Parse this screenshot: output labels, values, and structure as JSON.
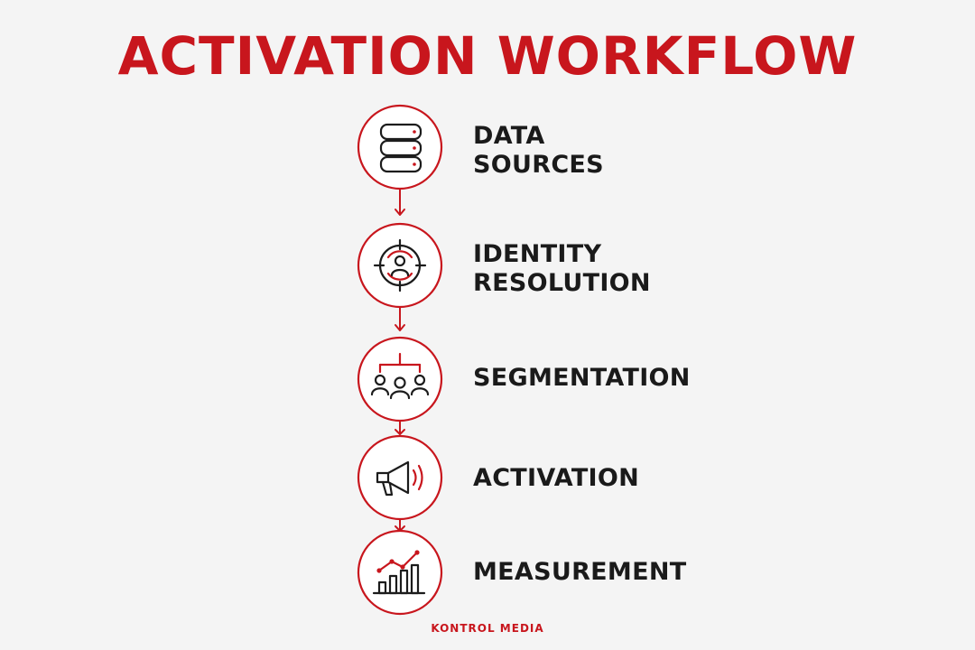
{
  "title": "ACTIVATION WORKFLOW",
  "accent_color": "#c8161d",
  "text_color": "#1a1a1a",
  "steps": [
    {
      "label_lines": [
        "DATA",
        "SOURCES"
      ],
      "icon": "database-icon"
    },
    {
      "label_lines": [
        "IDENTITY",
        "RESOLUTION"
      ],
      "icon": "target-user-icon"
    },
    {
      "label_lines": [
        "SEGMENTATION"
      ],
      "icon": "audience-segments-icon"
    },
    {
      "label_lines": [
        "ACTIVATION"
      ],
      "icon": "megaphone-icon"
    },
    {
      "label_lines": [
        "MEASUREMENT"
      ],
      "icon": "bar-chart-trend-icon"
    }
  ],
  "footer_brand": "KONTROL MEDIA"
}
